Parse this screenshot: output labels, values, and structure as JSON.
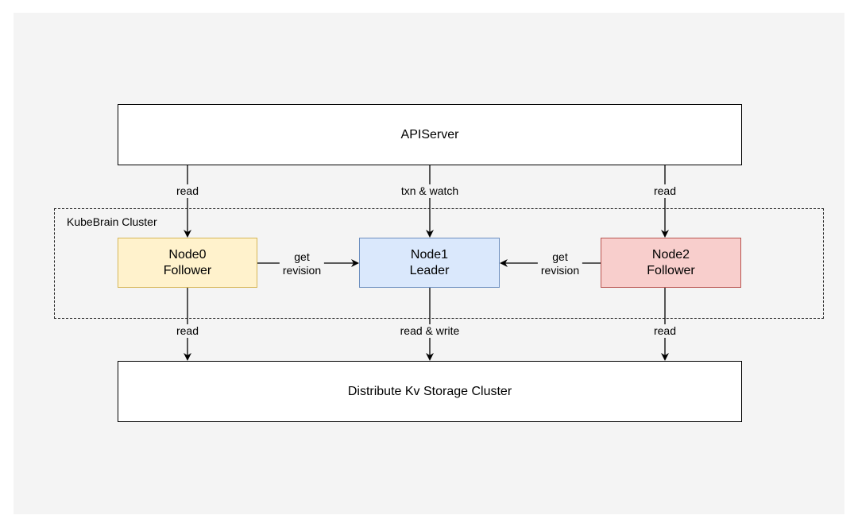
{
  "apiserver": {
    "label": "APIServer"
  },
  "storage": {
    "label": "Distribute Kv Storage Cluster"
  },
  "cluster": {
    "label": "KubeBrain Cluster"
  },
  "nodes": [
    {
      "name": "Node0",
      "role": "Follower",
      "color": "#fff2cc",
      "border": "#d6b656"
    },
    {
      "name": "Node1",
      "role": "Leader",
      "color": "#dae8fc",
      "border": "#6c8ebf"
    },
    {
      "name": "Node2",
      "role": "Follower",
      "color": "#f8cecc",
      "border": "#b85450"
    }
  ],
  "edges": {
    "top_left": "read",
    "top_center": "txn & watch",
    "top_right": "read",
    "bottom_left": "read",
    "bottom_center": "read & write",
    "bottom_right": "read",
    "left_mid": {
      "line1": "get",
      "line2": "revision"
    },
    "right_mid": {
      "line1": "get",
      "line2": "revision"
    }
  }
}
